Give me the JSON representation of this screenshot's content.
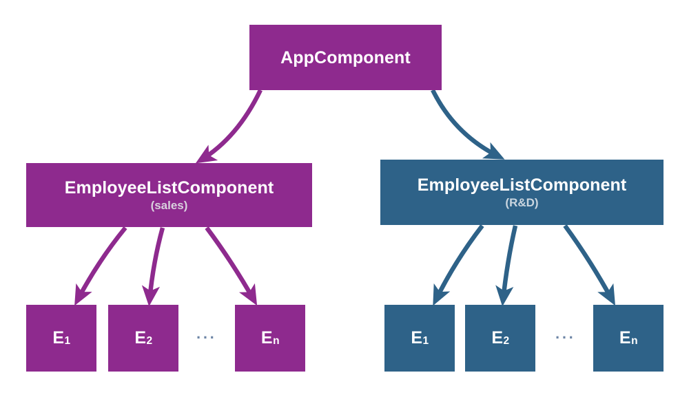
{
  "diagram": {
    "title": "Angular component tree with two EmployeeListComponent instances",
    "type": "tree",
    "background": "#ffffff",
    "colors": {
      "purple": "#8E2A8E",
      "blue": "#2E6288",
      "node_text": "#ffffff",
      "subtitle_purple": "#D9D2DE",
      "subtitle_blue": "#CAD6E0",
      "ellipsis": "#6E86A6"
    }
  },
  "nodes": {
    "root": {
      "label": "AppComponent",
      "color": "#8E2A8E"
    },
    "list_sales": {
      "label": "EmployeeListComponent",
      "subtitle": "(sales)",
      "color": "#8E2A8E"
    },
    "list_rnd": {
      "label": "EmployeeListComponent",
      "subtitle": "(R&D)",
      "color": "#2E6288"
    },
    "leaves_sales": [
      {
        "letter": "E",
        "index": "1",
        "color": "#8E2A8E"
      },
      {
        "letter": "E",
        "index": "2",
        "color": "#8E2A8E"
      },
      {
        "letter": "E",
        "index": "n",
        "color": "#8E2A8E"
      }
    ],
    "leaves_rnd": [
      {
        "letter": "E",
        "index": "1",
        "color": "#2E6288"
      },
      {
        "letter": "E",
        "index": "2",
        "color": "#2E6288"
      },
      {
        "letter": "E",
        "index": "n",
        "color": "#2E6288"
      }
    ],
    "ellipsis_sales": "···",
    "ellipsis_rnd": "···"
  },
  "edges": [
    {
      "from": "root",
      "to": "list_sales",
      "color": "#8E2A8E"
    },
    {
      "from": "root",
      "to": "list_rnd",
      "color": "#2E6288"
    },
    {
      "from": "list_sales",
      "to": "leaf_sales_1",
      "color": "#8E2A8E"
    },
    {
      "from": "list_sales",
      "to": "leaf_sales_2",
      "color": "#8E2A8E"
    },
    {
      "from": "list_sales",
      "to": "leaf_sales_n",
      "color": "#8E2A8E"
    },
    {
      "from": "list_rnd",
      "to": "leaf_rnd_1",
      "color": "#2E6288"
    },
    {
      "from": "list_rnd",
      "to": "leaf_rnd_2",
      "color": "#2E6288"
    },
    {
      "from": "list_rnd",
      "to": "leaf_rnd_n",
      "color": "#2E6288"
    }
  ]
}
